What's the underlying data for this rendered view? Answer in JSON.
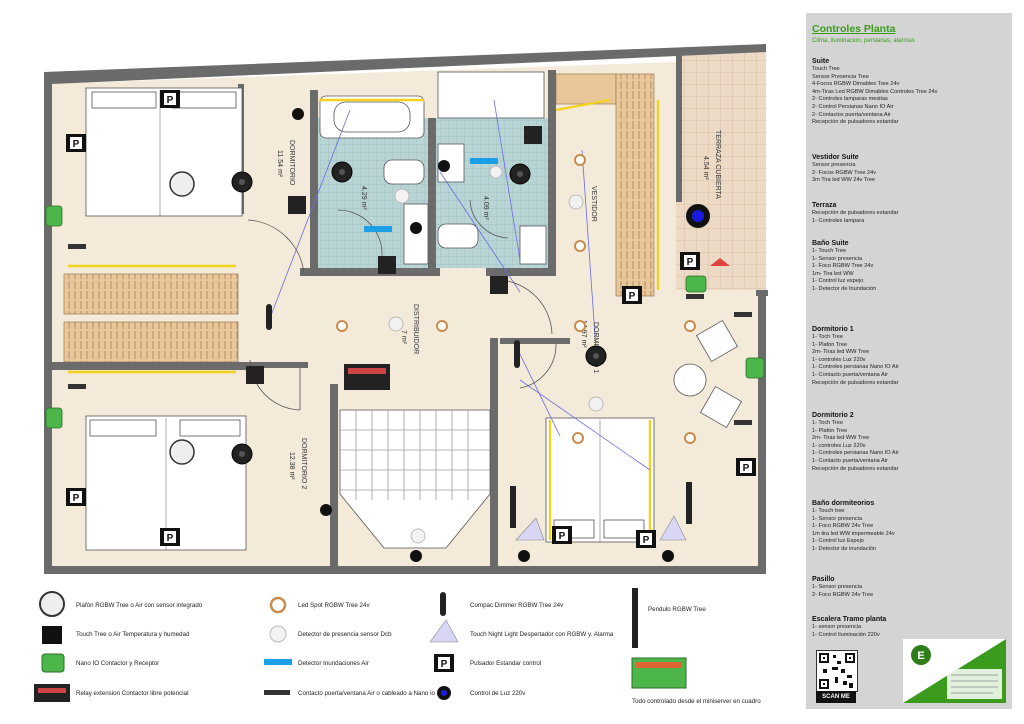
{
  "panel": {
    "title": "Controles Planta",
    "subtitle": "Clima, iluminacion, persianas, alarmas",
    "sections": [
      {
        "heading": "Suite",
        "items": [
          "Touch Tree",
          "Sensor Presencia Tree",
          "4-Focos RGBW Dimables Tree 24v",
          "4m-Tiras Led RGBW Dimables Controles Tree 24v",
          "2- Controles lamparas mesitas",
          "2- Control Persianas Nano IO Air",
          "2- Contactos puerta/ventana Air",
          "Recepción de pulsadores estandar"
        ]
      },
      {
        "heading": "Vestidor Suite",
        "items": [
          "Sensor presencia",
          "2- Focos RGBW Tree 24v",
          "3m Tira led WW 24v Tree"
        ]
      },
      {
        "heading": "Terraza",
        "items": [
          "Recepción de pulsadores estandar",
          "1- Controles lampara"
        ]
      },
      {
        "heading": "Baño Suite",
        "items": [
          "1- Touch Tree",
          "1- Sensor presencia",
          "1- Foco RGBW  Tree 24v",
          "1m- Tira led WW",
          "1- Control luz espejo",
          "1- Detector de Inundación"
        ]
      },
      {
        "heading": "Dormitorio 1",
        "items": [
          "1- Toch Tree",
          "1- Plafon Tree",
          "2m- Tiras led WW Tree",
          "1- controles Luz 220v",
          "1- Controles persianas Nano IO Air",
          "1- Contacto puerta/ventana Air",
          "Recepción de pulsadores estandar"
        ]
      },
      {
        "heading": "Dormitorio 2",
        "items": [
          "1- Toch Tree",
          "1- Plafon Tree",
          "2m- Tiras led WW Tree",
          "1- controles Luz 220v",
          "1- Controles persianas Nano IO Air",
          "1- Contacto puerta/ventana Air",
          "Recepción de pulsadores estandar"
        ]
      },
      {
        "heading": "Baño dormiteorios",
        "items": [
          "1- Touch tree",
          "1- Sensor presencia",
          "1- Foco RGBW 24v Tree",
          "1m tira led WW impermeable 24v",
          "1- Control luz Espejo",
          "1- Detector de inundación"
        ]
      },
      {
        "heading": "Pasillo",
        "items": [
          "1- Sensor presencia",
          "2- Foco RGBW 24v Tree"
        ]
      },
      {
        "heading": "Escalera Tramo planta",
        "items": [
          "1- sensor presencia",
          "1- Control iluminación 220v"
        ]
      }
    ],
    "scan_label": "SCAN ME"
  },
  "rooms": {
    "dormitorio1_name": "DORMITORIO",
    "dormitorio1_area": "11.54 m²",
    "bano1_area": "4.29 m²",
    "bano2_area": "4.09 m²",
    "vestidor_name": "VESTIDOR",
    "terraza_name": "TERRAZA CUBIERTA",
    "terraza_area": "4.54 m²",
    "distribuidor_name": "DISTRIBUIDOR",
    "distribuidor_area": "7 m²",
    "dormitorio_suite_name": "DORMITORIO 1",
    "dormitorio_suite_area": "14.97 m²",
    "dormitorio2_name": "DORMITORIO 2",
    "dormitorio2_area": "12.38 m²"
  },
  "legend": [
    {
      "icon": "plafon-icon",
      "label": "Plafón RGBW Tree o Air con sensor integrado"
    },
    {
      "icon": "touch-tree-icon",
      "label": "Touch Tree o Air Temperatura y humedad"
    },
    {
      "icon": "nano-io-icon",
      "label": "Nano IO Contactor y Receptor"
    },
    {
      "icon": "relay-extension-icon",
      "label": "Relay extension Contactor libre potencial"
    },
    {
      "icon": "led-spot-icon",
      "label": "Led Spot RGBW Tree 24v"
    },
    {
      "icon": "presence-detector-icon",
      "label": "Detector de presencia sensor Dcb"
    },
    {
      "icon": "flood-detector-icon",
      "label": "Detector Inundaciones Air"
    },
    {
      "icon": "door-contact-icon",
      "label": "Contacto puerta/ventana Air o cableado a Nano io"
    },
    {
      "icon": "dimmer-icon",
      "label": "Compac Dimmer RGBW Tree 24v"
    },
    {
      "icon": "night-light-icon",
      "label": "Touch Night Light Despertador con RGBW y. Alarma"
    },
    {
      "icon": "push-button-icon",
      "label": "Pulsador Estandar control"
    },
    {
      "icon": "light-control-icon",
      "label": "Control de Luz 220v"
    },
    {
      "icon": "pendant-icon",
      "label": "Pendulo RGBW Tree"
    },
    {
      "icon": "miniserver-icon",
      "label": "Todo controlado desde el miniserver en cuadro"
    }
  ],
  "pulsador_letter": "P",
  "colors": {
    "accent": "#3a9b1d",
    "wall": "#6b6b6b",
    "floor": "#f3ead9",
    "tile": "#b9d4d4",
    "wood": "#e9c79a"
  }
}
